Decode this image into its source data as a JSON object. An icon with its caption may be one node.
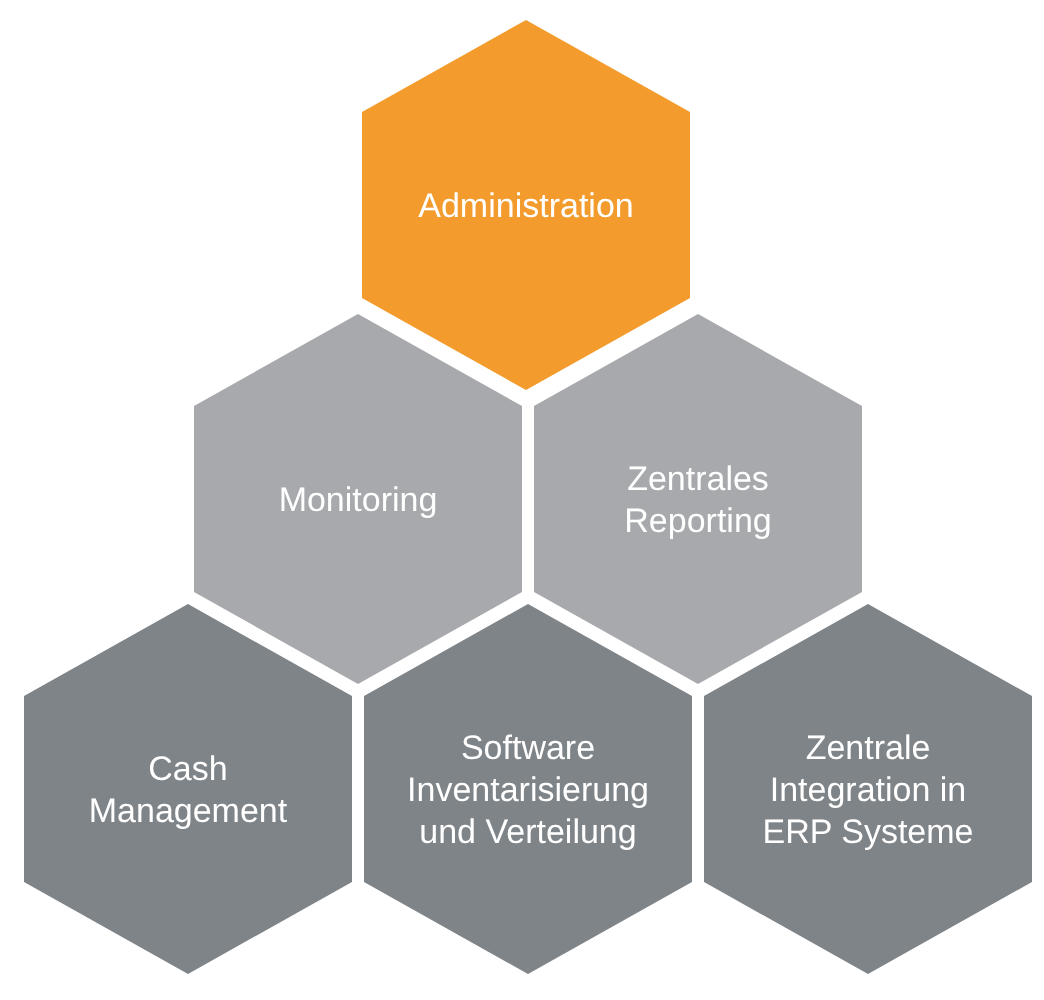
{
  "diagram": {
    "nodes": [
      {
        "text": [
          "Administration"
        ]
      },
      {
        "text": [
          "Monitoring"
        ]
      },
      {
        "text": [
          "Zentrales Reporting"
        ]
      },
      {
        "text": [
          "Cash Management"
        ]
      },
      {
        "text": [
          "Software Inventarisierung und Verteilung"
        ]
      },
      {
        "text": [
          "Zentrale Integration in ERP Systeme"
        ]
      }
    ]
  }
}
